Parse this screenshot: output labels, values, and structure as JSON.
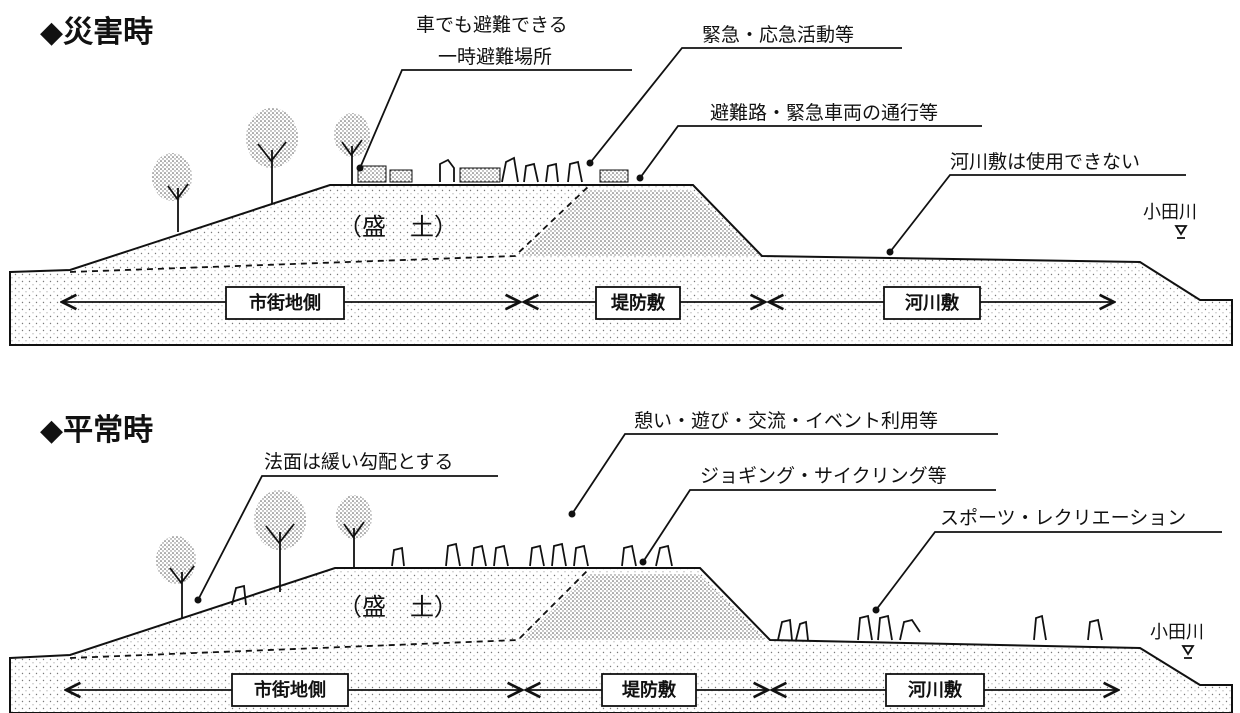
{
  "top": {
    "title": "◆災害時",
    "mound": "（盛　土）",
    "callouts": {
      "evac_line1": "車でも避難できる",
      "evac_line2": "一時避難場所",
      "emergency": "緊急・応急活動等",
      "route": "避難路・緊急車両の通行等",
      "riverbed": "河川敷は使用できない"
    },
    "zones": {
      "city": "市街地側",
      "levee": "堤防敷",
      "riverbank": "河川敷"
    },
    "river": "小田川"
  },
  "bottom": {
    "title": "◆平常時",
    "mound": "（盛　土）",
    "callouts": {
      "slope": "法面は緩い勾配とする",
      "recreation": "憩い・遊び・交流・イベント利用等",
      "jogging": "ジョギング・サイクリング等",
      "sports": "スポーツ・レクリエーション"
    },
    "zones": {
      "city": "市街地側",
      "levee": "堤防敷",
      "riverbank": "河川敷"
    },
    "river": "小田川"
  }
}
